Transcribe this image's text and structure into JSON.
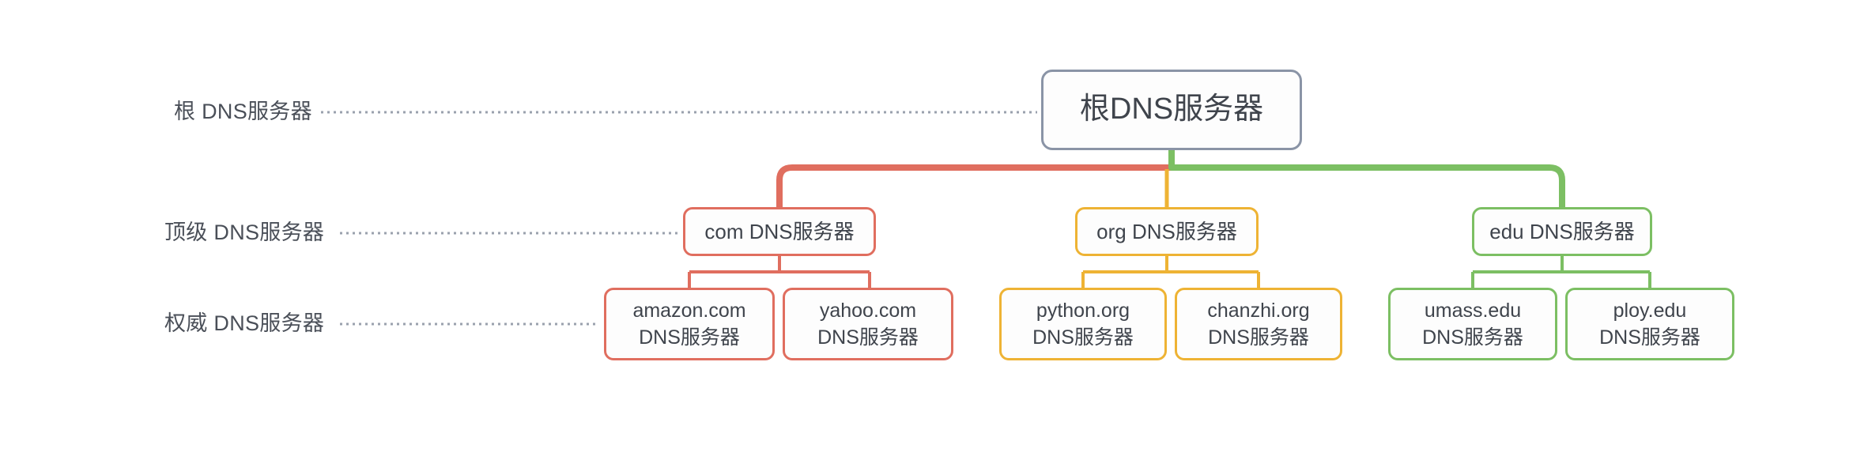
{
  "diagram": {
    "background": "#ffffff",
    "text_color": "#3f444c",
    "label_color": "#4a4f58",
    "dotted_color": "#9aa1ad",
    "colors": {
      "root": "#8a94a6",
      "com": "#e06e5f",
      "org": "#eeb334",
      "edu": "#7cbf63"
    }
  },
  "rows": [
    {
      "label": "根 DNS服务器"
    },
    {
      "label": "顶级 DNS服务器"
    },
    {
      "label": "权威 DNS服务器"
    }
  ],
  "root": {
    "label": "根DNS服务器",
    "color": "#8a94a6"
  },
  "tld": [
    {
      "label": "com DNS服务器",
      "color": "#e06e5f"
    },
    {
      "label": "org DNS服务器",
      "color": "#eeb334"
    },
    {
      "label": "edu DNS服务器",
      "color": "#7cbf63"
    }
  ],
  "authoritative": [
    {
      "line1": "amazon.com",
      "line2": "DNS服务器",
      "color": "#e06e5f"
    },
    {
      "line1": "yahoo.com",
      "line2": "DNS服务器",
      "color": "#e06e5f"
    },
    {
      "line1": "python.org",
      "line2": "DNS服务器",
      "color": "#eeb334"
    },
    {
      "line1": "chanzhi.org",
      "line2": "DNS服务器",
      "color": "#eeb334"
    },
    {
      "line1": "umass.edu",
      "line2": "DNS服务器",
      "color": "#7cbf63"
    },
    {
      "line1": "ploy.edu",
      "line2": "DNS服务器",
      "color": "#7cbf63"
    }
  ]
}
